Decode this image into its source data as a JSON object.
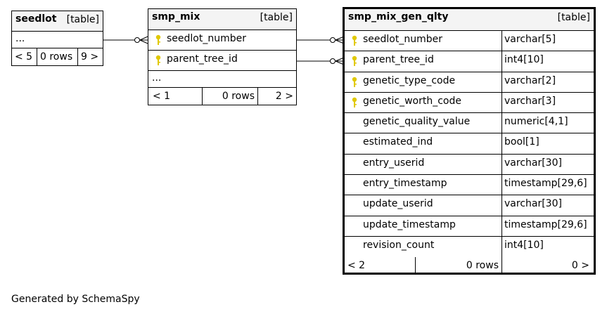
{
  "tables": {
    "seedlot": {
      "name": "seedlot",
      "kind": "[table]",
      "ellipsis": "...",
      "footer": {
        "parents": "< 5",
        "rows": "0 rows",
        "children": "9 >"
      }
    },
    "smp_mix": {
      "name": "smp_mix",
      "kind": "[table]",
      "columns": [
        {
          "name": "seedlot_number",
          "key": true
        },
        {
          "name": "parent_tree_id",
          "key": true
        }
      ],
      "ellipsis": "...",
      "footer": {
        "parents": "< 1",
        "rows": "0 rows",
        "children": "2 >"
      }
    },
    "smp_mix_gen_qlty": {
      "name": "smp_mix_gen_qlty",
      "kind": "[table]",
      "columns": [
        {
          "name": "seedlot_number",
          "type": "varchar[5]",
          "key": true
        },
        {
          "name": "parent_tree_id",
          "type": "int4[10]",
          "key": true
        },
        {
          "name": "genetic_type_code",
          "type": "varchar[2]",
          "key": true
        },
        {
          "name": "genetic_worth_code",
          "type": "varchar[3]",
          "key": true
        },
        {
          "name": "genetic_quality_value",
          "type": "numeric[4,1]",
          "key": false
        },
        {
          "name": "estimated_ind",
          "type": "bool[1]",
          "key": false
        },
        {
          "name": "entry_userid",
          "type": "varchar[30]",
          "key": false
        },
        {
          "name": "entry_timestamp",
          "type": "timestamp[29,6]",
          "key": false
        },
        {
          "name": "update_userid",
          "type": "varchar[30]",
          "key": false
        },
        {
          "name": "update_timestamp",
          "type": "timestamp[29,6]",
          "key": false
        },
        {
          "name": "revision_count",
          "type": "int4[10]",
          "key": false
        }
      ],
      "footer": {
        "parents": "< 2",
        "rows": "0 rows",
        "children": "0 >"
      }
    }
  },
  "footer_text": "Generated by SchemaSpy",
  "colors": {
    "key_icon": "#e0c800",
    "header_bg": "#f4f4f4",
    "border": "#000000"
  }
}
